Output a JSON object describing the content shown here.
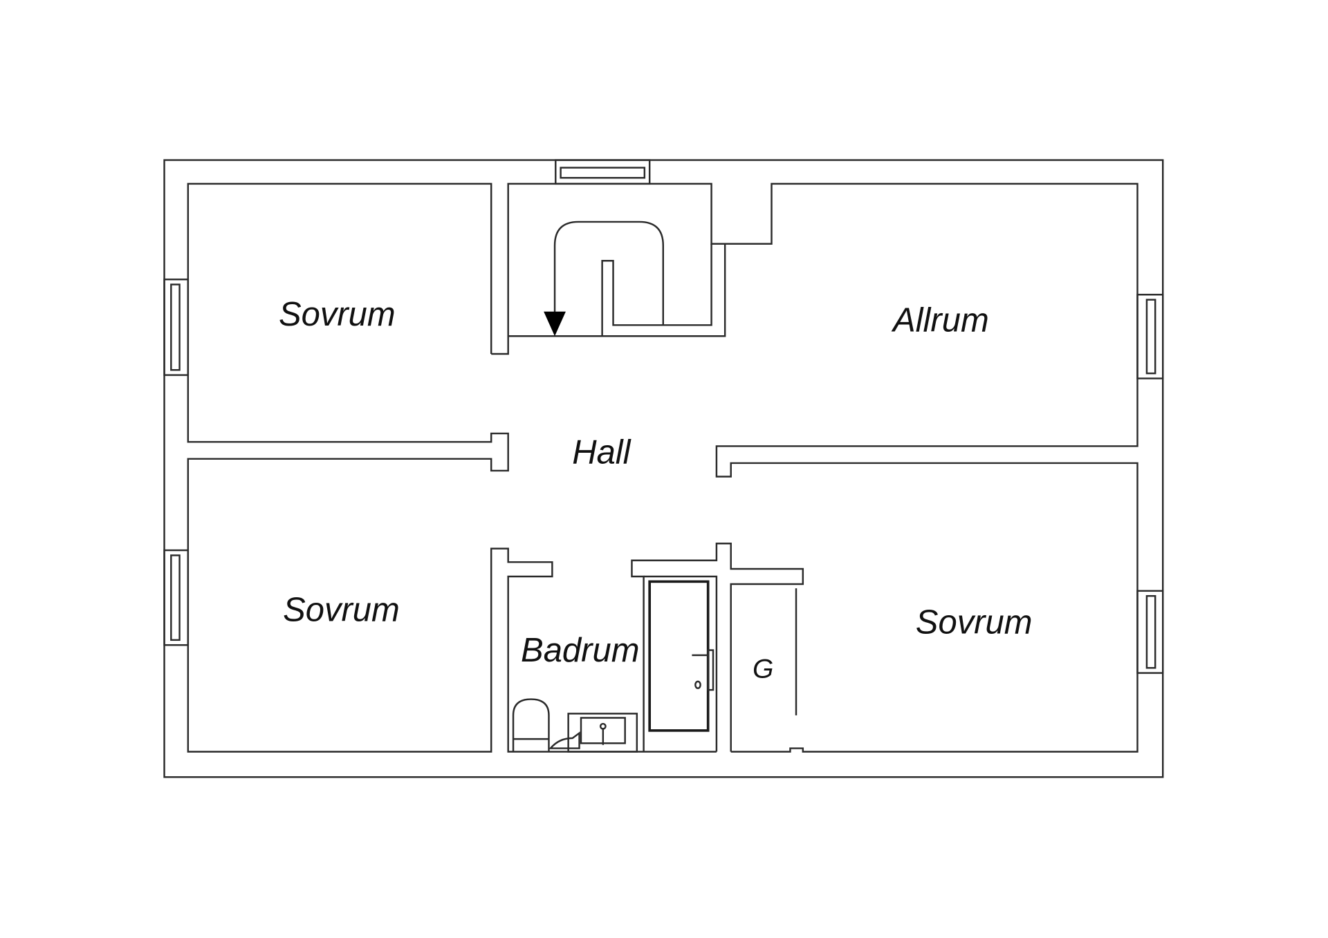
{
  "rooms": {
    "bedroom_top_left": "Sovrum",
    "family_room": "Allrum",
    "hall": "Hall",
    "bedroom_bottom_left": "Sovrum",
    "bathroom": "Badrum",
    "closet": "G",
    "bedroom_bottom_right": "Sovrum"
  },
  "colors": {
    "line": "#2a2a2a",
    "background": "#ffffff"
  }
}
